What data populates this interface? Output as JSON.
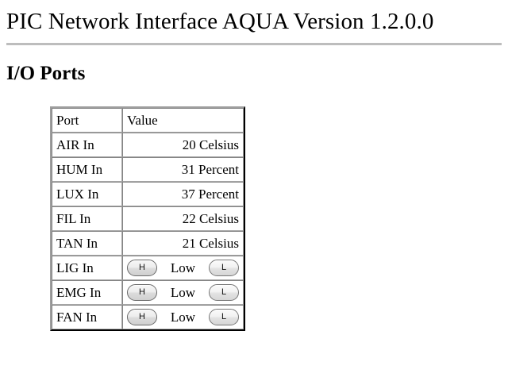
{
  "header": {
    "title": "PIC Network Interface AQUA Version 1.2.0.0"
  },
  "section": {
    "heading": "I/O Ports"
  },
  "table": {
    "columns": [
      "Port",
      "Value"
    ],
    "rows": [
      {
        "port": "AIR In",
        "type": "text",
        "value": "20 Celsius"
      },
      {
        "port": "HUM In",
        "type": "text",
        "value": "31 Percent"
      },
      {
        "port": "LUX In",
        "type": "text",
        "value": "37 Percent"
      },
      {
        "port": "FIL In",
        "type": "text",
        "value": "22 Celsius"
      },
      {
        "port": "TAN In",
        "type": "text",
        "value": "21 Celsius"
      },
      {
        "port": "LIG In",
        "type": "toggle",
        "high_label": "H",
        "value": "Low",
        "low_label": "L"
      },
      {
        "port": "EMG In",
        "type": "toggle",
        "high_label": "H",
        "value": "Low",
        "low_label": "L"
      },
      {
        "port": "FAN In",
        "type": "toggle",
        "high_label": "H",
        "value": "Low",
        "low_label": "L"
      }
    ]
  },
  "colors": {
    "divider": "#bdbdbd",
    "table_border": "#4a4a4a",
    "cell_border": "#c8c8c8",
    "text": "#000000",
    "button_face": "#e8e8e8"
  }
}
